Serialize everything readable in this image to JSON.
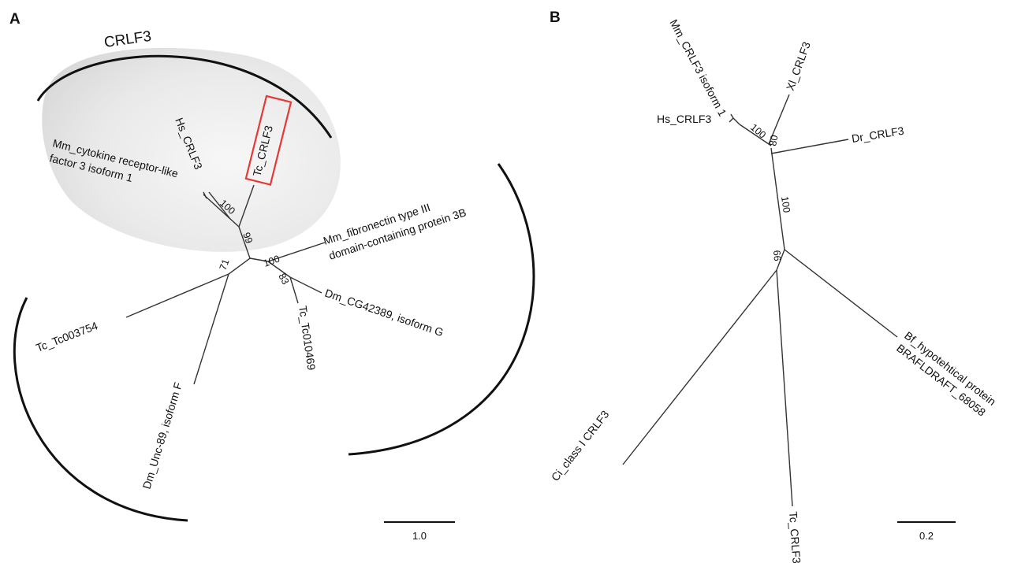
{
  "panels": {
    "a": {
      "letter": "A",
      "group_label": "CRLF3",
      "leaves": {
        "mm_crlf3_line1": "Mm_cytokine receptor-like",
        "mm_crlf3_line2": "factor 3 isoform 1",
        "hs_crlf3": "Hs_CRLF3",
        "tc_crlf3": "Tc_CRLF3",
        "mm_fn_line1": "Mm_fibronectin type III",
        "mm_fn_line2": "domain-containing protein 3B",
        "dm_cg42389": "Dm_CG42389, isoform G",
        "tc_tc010469": "Tc_Tc010469",
        "tc_tc003754": "Tc_Tc003754",
        "dm_unc89": "Dm_Unc-89, isoform F"
      },
      "support": {
        "s100_top": "100",
        "s99": "99",
        "s100_mid": "100",
        "s83": "83",
        "s71": "71"
      },
      "scale_bar": "1.0",
      "highlight_color": "#e53935"
    },
    "b": {
      "letter": "B",
      "leaves": {
        "mm_crlf3": "Mm_CRLF3 isoform 1",
        "xl_crlf3": "Xl_CRLF3",
        "hs_crlf3": "Hs_CRLF3",
        "dr_crlf3": "Dr_CRLF3",
        "bf_line1": "Bf_hypotehtical protein",
        "bf_line2": "BRAFLDRAFT_68058",
        "ci_crlf3": "Ci_class I CRLF3",
        "tc_crlf3": "Tc_CRLF3"
      },
      "support": {
        "s100_top": "100",
        "s80": "80",
        "s100_mid": "100",
        "s66": "66"
      },
      "scale_bar": "0.2"
    }
  }
}
